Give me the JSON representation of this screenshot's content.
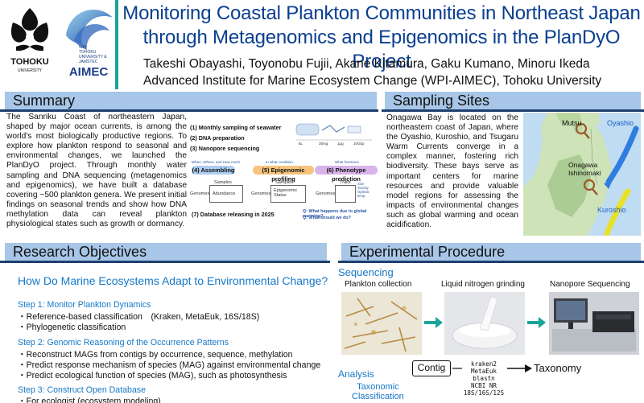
{
  "header": {
    "title_line1": "Monitoring Coastal Plankton Communities in Northeast Japan",
    "title_line2": "through Metagenomics and Epigenomics in the PlanDyO Project",
    "authors": "Takeshi Obayashi, Toyonobu Fujii, Akane Kitamura, Gaku Kumano, Minoru Ikeda",
    "affiliation": "Advanced Institute for Marine Ecosystem Change (WPI-AIMEC), Tohoku University",
    "logo_tohoku_text": "TOHOKU",
    "logo_tohoku_sub": "UNIVERSITY",
    "logo_aimec_small1": "WPI",
    "logo_aimec_small2": "TOHOKU",
    "logo_aimec_small3": "UNIVERSITY &",
    "logo_aimec_small4": "JAMSTEC",
    "logo_aimec_text": "AIMEC"
  },
  "summary": {
    "heading": "Summary",
    "text": "The Sanriku Coast of northeastern Japan, shaped by major ocean currents, is among the world's most biologically productive regions. To explore how plankton respond to seasonal and environmental changes, we launched the PlanDyO project. Through monthly water sampling and DNA sequencing (metagenomics and epigenomics), we have built a database covering ~500 plankton genera. We present initial findings on seasonal trends and show how DNA methylation data can reveal plankton physiological states such as growth or dormancy.",
    "figure": {
      "step1": "(1) Monthly sampling of seawater",
      "step2": "(2) DNA preparation",
      "step3": "(3) Nanopore sequencing",
      "vol1": "5L",
      "vol2": "30mg",
      "vol3": "1μg",
      "vol4": "10Gbp",
      "q1": "When, Where, and How much",
      "q2": "In what condition",
      "q3": "What functions",
      "p4": "(4) Assembling",
      "p5": "(5) Epigenomic profiling",
      "p6": "(6) Phenotype prediction",
      "samples": "Samples",
      "genomes": "Genomes",
      "abundance": "Abundance",
      "epigenomic_status": "Epigenomic Status",
      "traits": "Traits",
      "trait1": "Size",
      "trait2": "Toxicity",
      "trait3": "Optimal temp.",
      "step7": "(7) Database releasing in 2025",
      "qa1": "Q: What happens due to global warming?",
      "qa2": "Q: What should we do?"
    }
  },
  "sampling": {
    "heading": "Sampling Sites",
    "text": "Onagawa Bay is located on the northeastern coast of Japan, where the Oyashio, Kuroshio, and Tsugaru Warm Currents converge in a complex manner, fostering rich biodiversity. These bays serve as important centers for marine resources and provide valuable model regions for assessing the impacts of environmental changes such as global warming and ocean acidification.",
    "map": {
      "mutsu": "Mutsu",
      "oyashio": "Oyashio",
      "onagawa": "Onagawa",
      "ishinomaki": "Ishinomaki",
      "kuroshio": "Kuroshio"
    }
  },
  "research": {
    "heading": "Research Objectives",
    "question": "How Do Marine Ecosystems Adapt to Environmental Change?",
    "step1": "Step 1: Monitor Plankton Dynamics",
    "step1_items": [
      "・Reference-based classification　(Kraken, MetaEuk, 16S/18S)",
      "・Phylogenetic classification"
    ],
    "step2": "Step 2: Genomic Reasoning of the Occurrence Patterns",
    "step2_items": [
      "・Reconstruct MAGs from contigs by occurrence, sequence, methylation",
      "・Predict response mechanism of species (MAG) against environmental change",
      "・Predict ecological function of species (MAG), such as photosynthesis"
    ],
    "step3": "Step 3: Construct Open Database",
    "step3_items": [
      "・For ecologist (ecosystem modeling)"
    ]
  },
  "experimental": {
    "heading": "Experimental Procedure",
    "sequencing": "Sequencing",
    "photo1": "Plankton collection",
    "photo2": "Liquid nitrogen grinding",
    "photo3": "Nanopore Sequencing",
    "analysis": "Analysis",
    "taxonomic": "Taxonomic",
    "classification": "Classification",
    "contig": "Contig",
    "tools": [
      "kraken2",
      "MetaEuk",
      "blastn",
      "NCBI NR",
      "18S/16S/12S"
    ],
    "taxonomy": "Taxonomy"
  },
  "colors": {
    "title_blue": "#0a3f8f",
    "section_header": "#a8c6e7",
    "accent_blue": "#1678c8",
    "teal_rule": "#1aa59b",
    "arrow_teal": "#1aa59b"
  }
}
